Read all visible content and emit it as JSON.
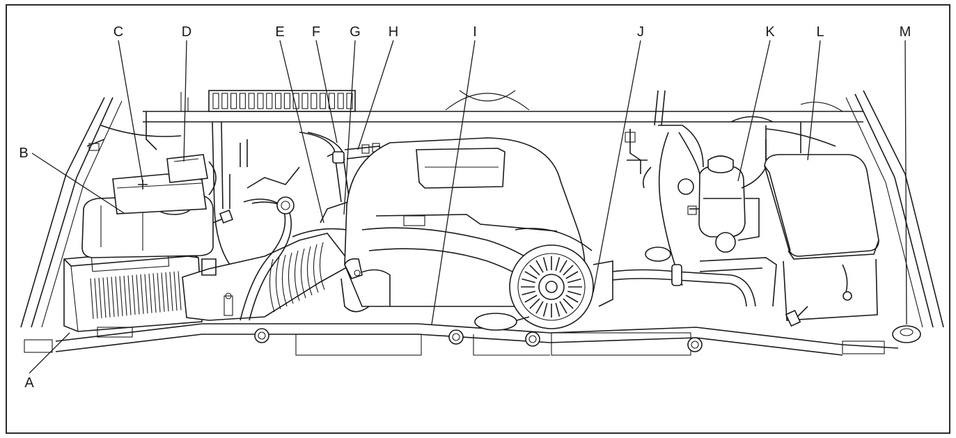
{
  "diagram": {
    "callouts": [
      {
        "id": "A",
        "label": "A"
      },
      {
        "id": "B",
        "label": "B"
      },
      {
        "id": "C",
        "label": "C"
      },
      {
        "id": "D",
        "label": "D"
      },
      {
        "id": "E",
        "label": "E"
      },
      {
        "id": "F",
        "label": "F"
      },
      {
        "id": "G",
        "label": "G"
      },
      {
        "id": "H",
        "label": "H"
      },
      {
        "id": "I",
        "label": "I"
      },
      {
        "id": "J",
        "label": "J"
      },
      {
        "id": "K",
        "label": "K"
      },
      {
        "id": "L",
        "label": "L"
      },
      {
        "id": "M",
        "label": "M"
      }
    ],
    "colors": {
      "line": "#1a1a1a",
      "background": "#ffffff",
      "frame": "#2b2b2b"
    }
  }
}
